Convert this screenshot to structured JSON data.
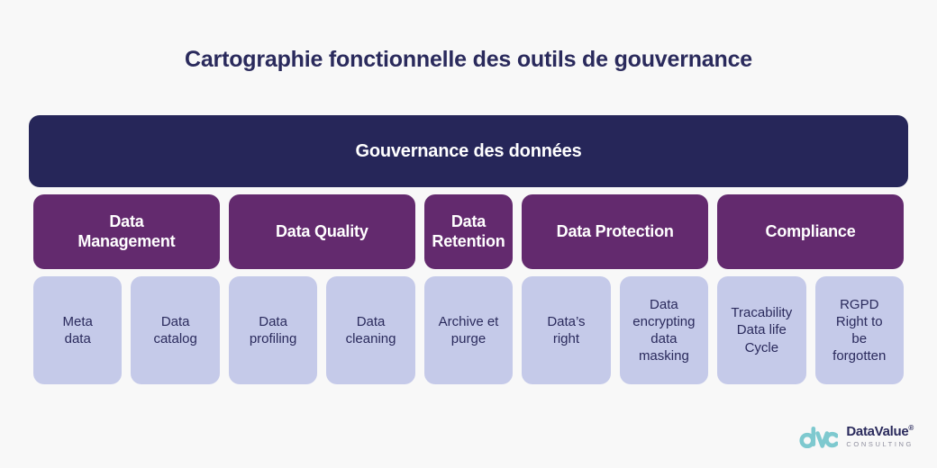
{
  "page": {
    "title": "Cartographie fonctionnelle des outils de gouvernance",
    "background_color": "#f8f8f8"
  },
  "colors": {
    "root_banner": "#262659",
    "category": "#632A6E",
    "leaf": "#c5cae9",
    "title_text": "#2a2a5c",
    "leaf_text": "#2a2a5c",
    "logo_mark": "#7ec9cf"
  },
  "diagram": {
    "type": "hierarchy",
    "root": {
      "label": "Gouvernance des données"
    },
    "categories": [
      {
        "label": "Data\nManagement",
        "span": 2
      },
      {
        "label": "Data Quality",
        "span": 2
      },
      {
        "label": "Data\nRetention",
        "span": 1
      },
      {
        "label": "Data Protection",
        "span": 2
      },
      {
        "label": "Compliance",
        "span": 2
      }
    ],
    "leaves": [
      {
        "label": "Meta\ndata",
        "parent": "Data Management"
      },
      {
        "label": "Data\ncatalog",
        "parent": "Data Management"
      },
      {
        "label": "Data\nprofiling",
        "parent": "Data Quality"
      },
      {
        "label": "Data\ncleaning",
        "parent": "Data Quality"
      },
      {
        "label": "Archive et\npurge",
        "parent": "Data Retention"
      },
      {
        "label": "Data’s\nright",
        "parent": "Data Protection"
      },
      {
        "label": "Data\nencrypting\ndata\nmasking",
        "parent": "Data Protection"
      },
      {
        "label": "Tracability\nData life\nCycle",
        "parent": "Compliance"
      },
      {
        "label": "RGPD\nRight to\nbe\nforgotten",
        "parent": "Compliance"
      }
    ]
  },
  "logo": {
    "mark_text": "dvc",
    "brand_name": "DataValue",
    "registered_mark": "®",
    "tagline": "CONSULTING"
  }
}
